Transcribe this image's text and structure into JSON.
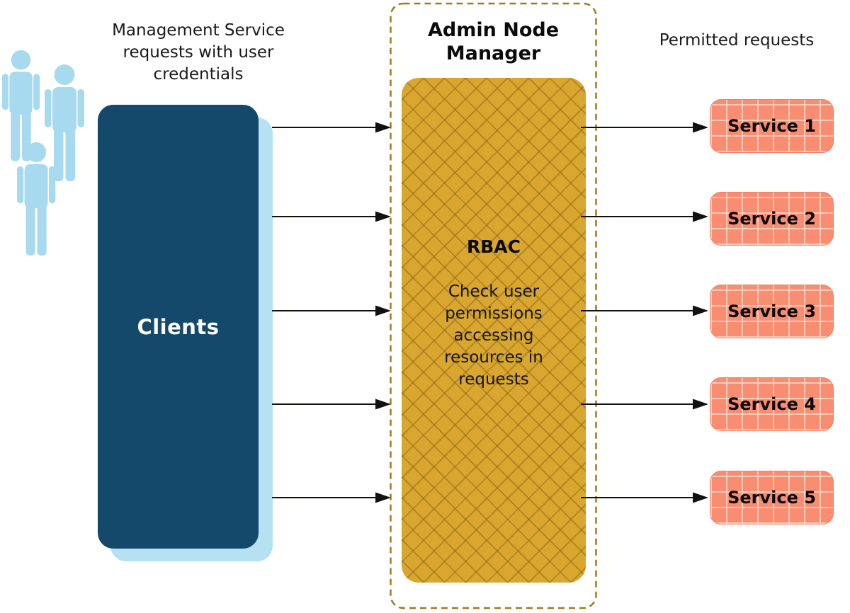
{
  "left": {
    "caption": "Management Service\nrequests with user\ncredentials",
    "clients_label": "Clients"
  },
  "admin": {
    "title": "Admin Node\nManager",
    "rbac_title": "RBAC",
    "rbac_body": "Check user\npermissions\naccessing\nresources in\nrequests"
  },
  "right": {
    "caption": "Permitted requests",
    "services": [
      "Service 1",
      "Service 2",
      "Service 3",
      "Service 4",
      "Service 5"
    ]
  },
  "icons": {
    "clients_group": "people-icons",
    "arrows": "arrow-right-icon"
  },
  "colors": {
    "clients_box": "#14496B",
    "clients_shadow": "#B5E1F2",
    "people": "#A7DAEE",
    "rbac_fill": "#D9A72F",
    "rbac_pattern_line": "#926715",
    "dashed_border": "#A5771F",
    "service_fill": "#F98D71",
    "service_grid": "#FFDED0",
    "service_border": "#EF8165",
    "arrow": "#111111",
    "text": "#111111",
    "clients_text": "#FFFFFF"
  }
}
